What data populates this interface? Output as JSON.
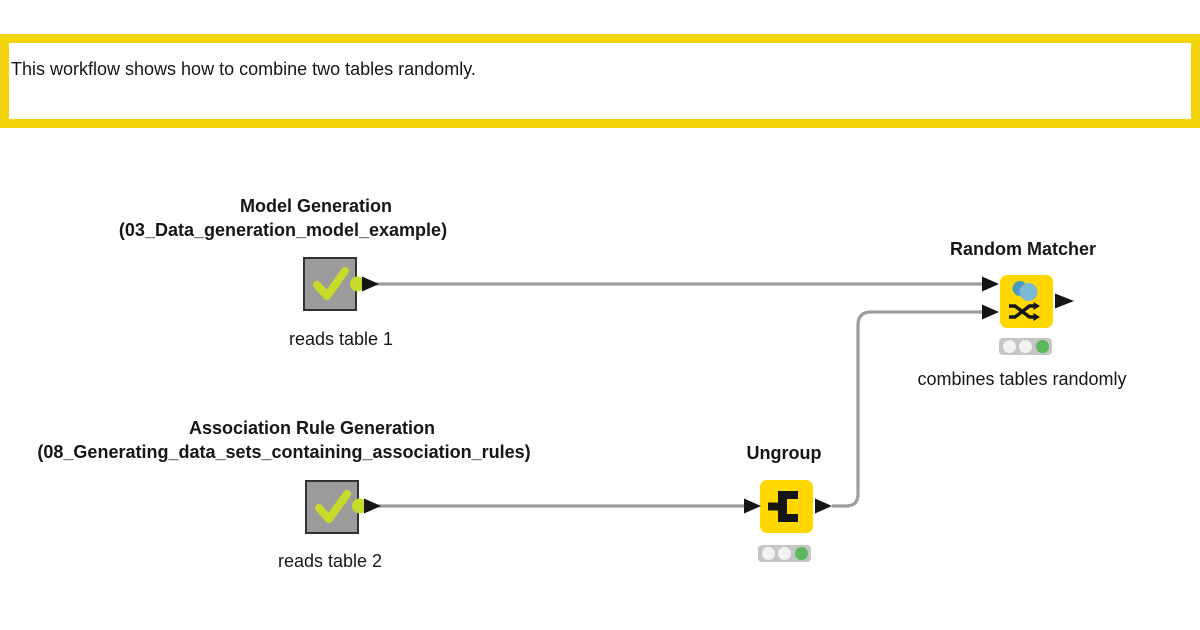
{
  "annotation": {
    "text": "This workflow shows how to combine two tables randomly."
  },
  "nodes": {
    "model_generation": {
      "name_line1": "Model Generation",
      "name_line2": "(03_Data_generation_model_example)",
      "comment": "reads table 1",
      "icon": "check-icon"
    },
    "association_rule_generation": {
      "name_line1": "Association Rule Generation",
      "name_line2": "(08_Generating_data_sets_containing_association_rules)",
      "comment": "reads table 2",
      "icon": "check-icon"
    },
    "ungroup": {
      "name": "Ungroup",
      "icon": "ungroup-icon",
      "traffic_light": [
        "off",
        "off",
        "green"
      ]
    },
    "random_matcher": {
      "name": "Random Matcher",
      "comment": "combines tables randomly",
      "icon": "shuffle-icon",
      "traffic_light": [
        "off",
        "off",
        "green"
      ]
    }
  },
  "colors": {
    "annotation_border": "#F3D40B",
    "node_yellow": "#FFD800",
    "metanode_gray": "#9B9B9B",
    "check_green": "#C8DB2B",
    "connector_gray": "#9E9E9E",
    "arrow_black": "#151515",
    "tl_bg": "#C5C5C5",
    "tl_off": "#F2F2F2",
    "tl_green": "#5CB85C",
    "icon_blue_dark": "#4C9AC4",
    "icon_blue_light": "#7CB9D4",
    "text": "#161616"
  }
}
